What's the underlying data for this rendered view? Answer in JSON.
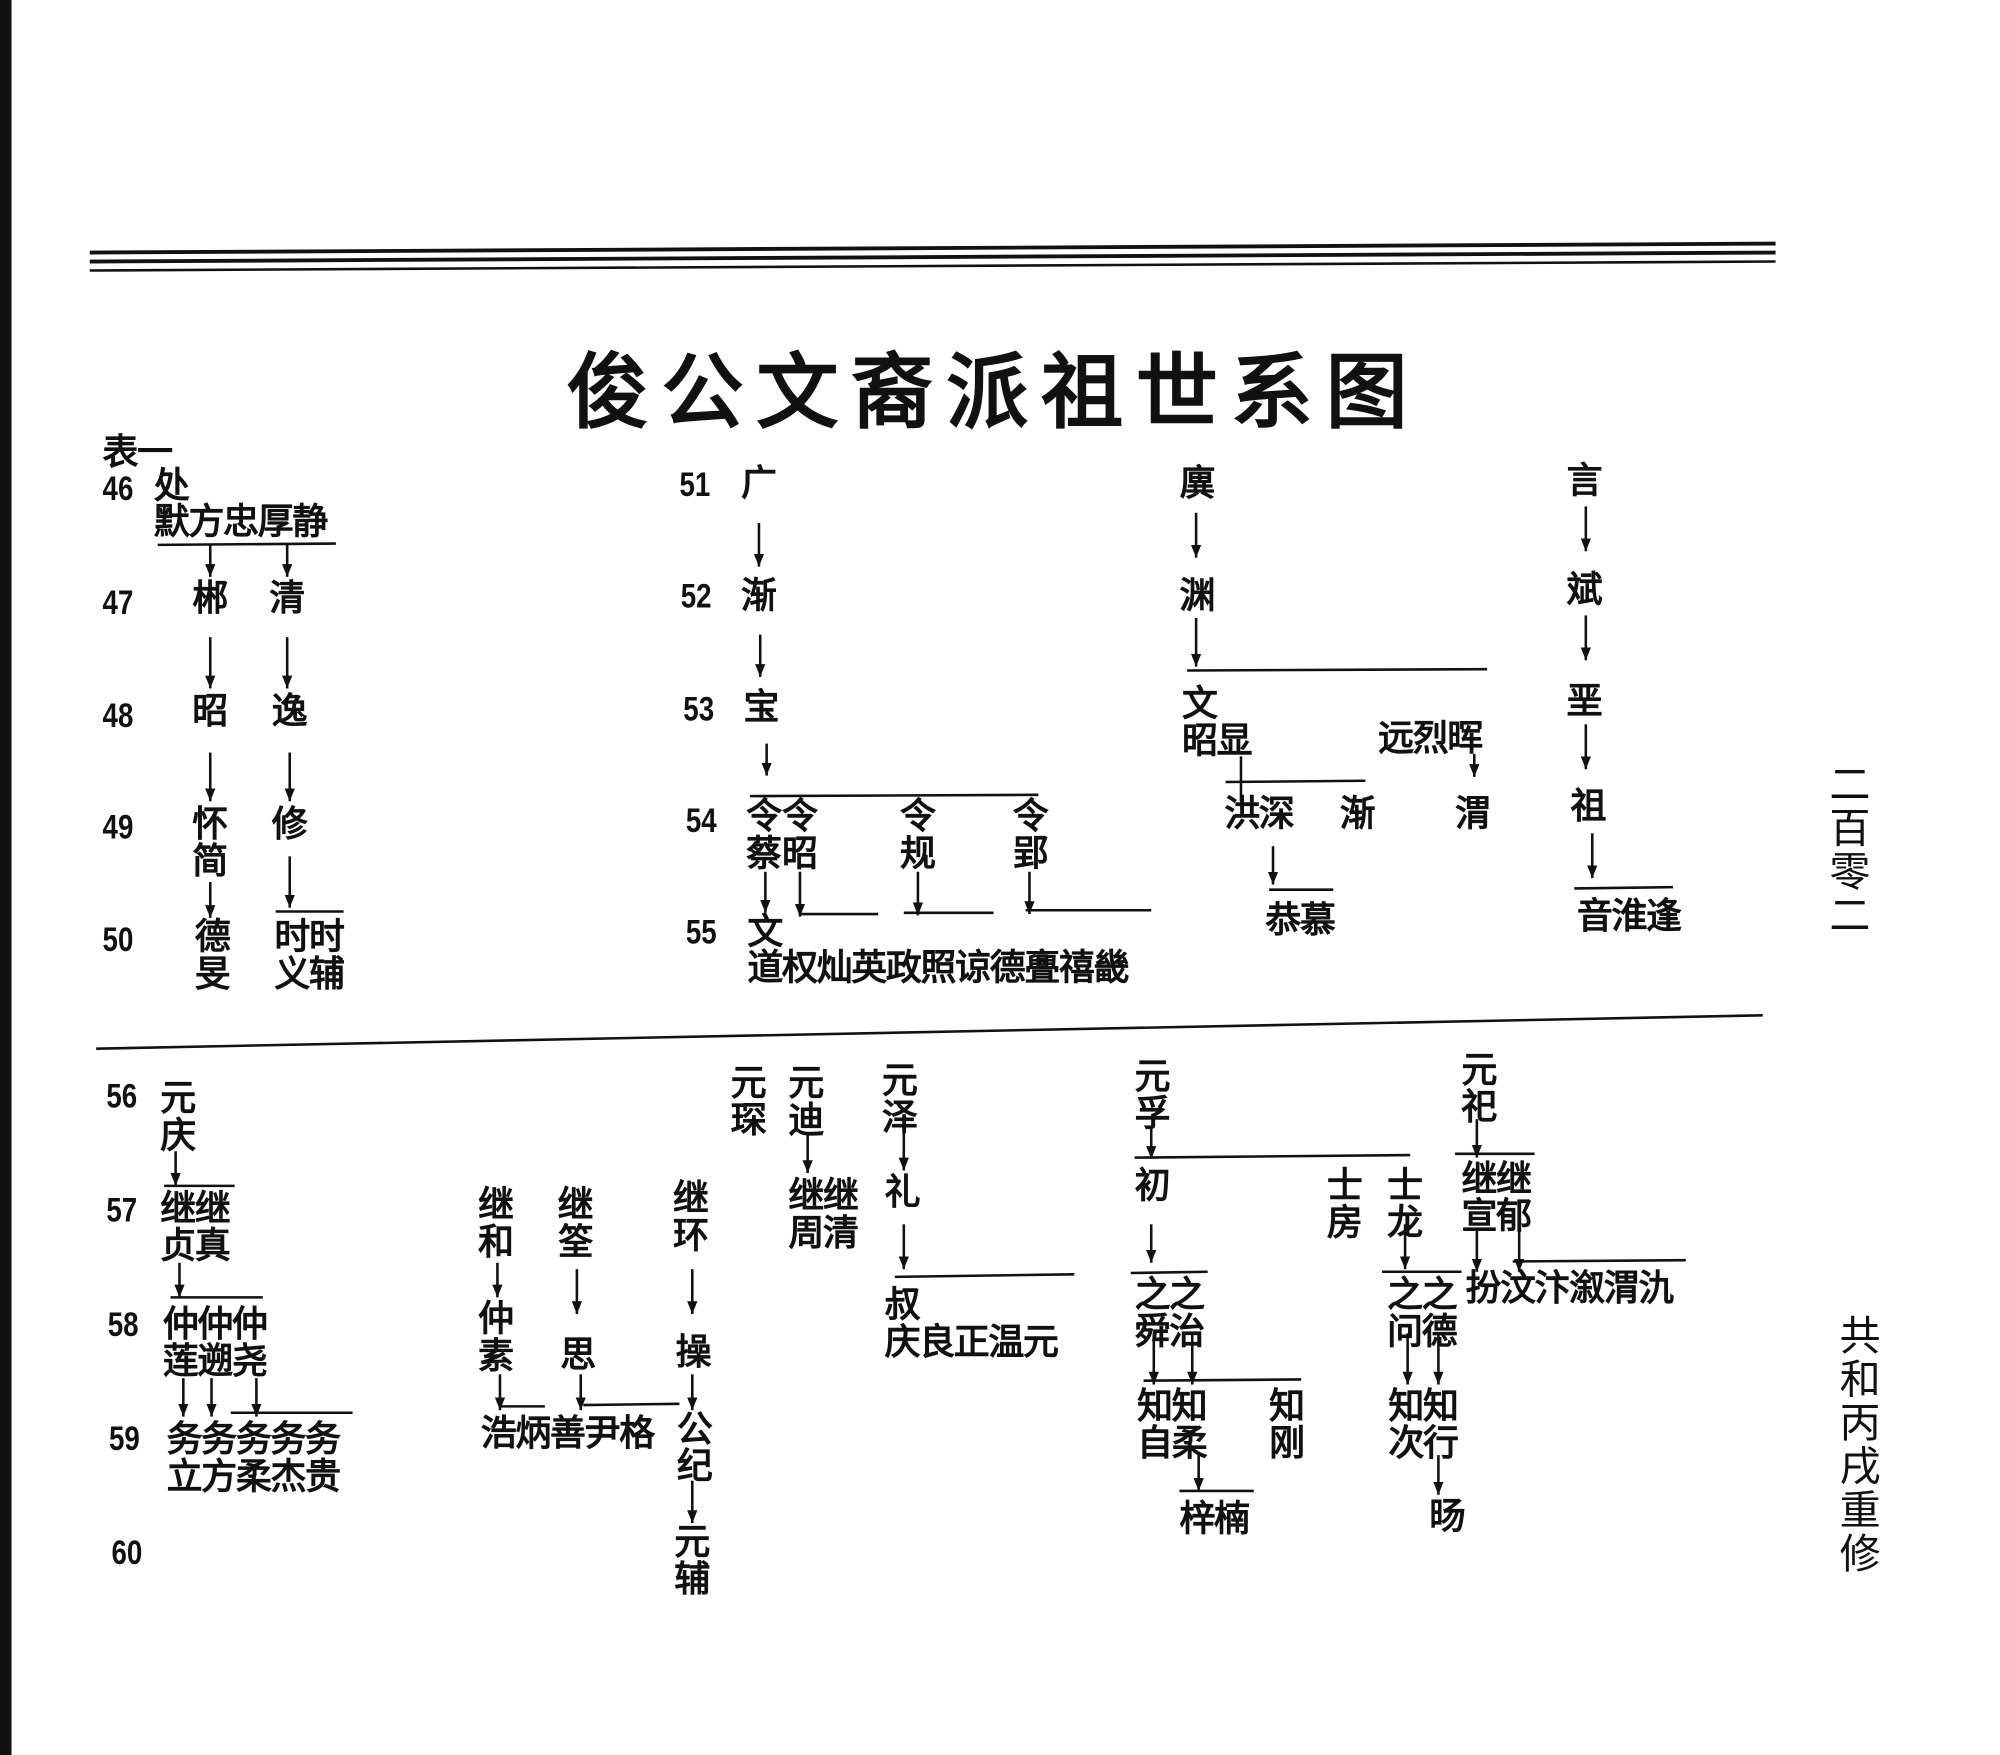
{
  "title": "俊公文裔派祖世系图",
  "table_label": "表一",
  "page_number": "二百零二",
  "edition_note": "共和丙戌重修",
  "generations": {
    "g46": "46",
    "g47": "47",
    "g48": "48",
    "g49": "49",
    "g50": "50",
    "g51": "51",
    "g52": "52",
    "g53": "53",
    "g54": "54",
    "g55": "55",
    "g56": "56",
    "g57": "57",
    "g58": "58",
    "g59": "59",
    "g60": "60"
  },
  "upper": {
    "chu": "处",
    "chu_sons": "默方忠厚静",
    "chen": "郴",
    "qing": "清",
    "zhao": "昭",
    "yi": "逸",
    "huaijian": "怀\n简",
    "xiu": "修",
    "deming": "德\n旻",
    "shishi": "时时\n义辅",
    "guang": "广",
    "jian": "渐",
    "bao": "宝",
    "ling1": "令\n蔡",
    "ling2": "令\n昭",
    "ling3": "令\n规",
    "ling4": "令\n郢",
    "wen55": "文",
    "wen55_names": "道权灿英政照谅德亹禧畿",
    "yi2": "廙",
    "yuan": "渊",
    "wen": "文\n昭显",
    "yuanlie": "远烈晖",
    "hongshen": "洪深",
    "jian2": "渐",
    "wei": "渭",
    "gongmu": "恭慕",
    "yan": "言",
    "bin": "斌",
    "e": "垩",
    "zu": "祖",
    "yinhuai": "音淮逢"
  },
  "lower": {
    "yuanqing": "元\n庆",
    "jizhen": "继继\n贞真",
    "zhong": "仲仲仲\n莲遡尧",
    "wu": "务务务务务\n立方柔杰贵",
    "jihe": "继\n和",
    "jiquan": "继\n筌",
    "jihuan": "继\n环",
    "zhongsu": "仲\n素",
    "si": "思",
    "cao": "操",
    "haobing": "浩炳善尹格",
    "gongji": "公\n纪",
    "yuanfu": "元\n辅",
    "yuanchen": "元\n琛",
    "yuandi": "元\n迪",
    "yuanze": "元\n泽",
    "jizhou": "继继\n周清",
    "li": "礼",
    "shu": "叔\n庆良正温元",
    "yuanfu2": "元\n孚",
    "chu": "初",
    "shifang": "士\n房",
    "shilong": "士\n龙",
    "zhizhi": "之之\n舜治",
    "zhizi": "知知\n自柔",
    "zhigang": "知\n刚",
    "zinan": "梓楠",
    "zhiwen": "之之\n问德",
    "zhici": "知知\n次行",
    "yang": "旸",
    "yuansi": "元\n祀",
    "jixuan": "继继\n宣郁",
    "fen": "扮汶汴溆渭氿"
  }
}
